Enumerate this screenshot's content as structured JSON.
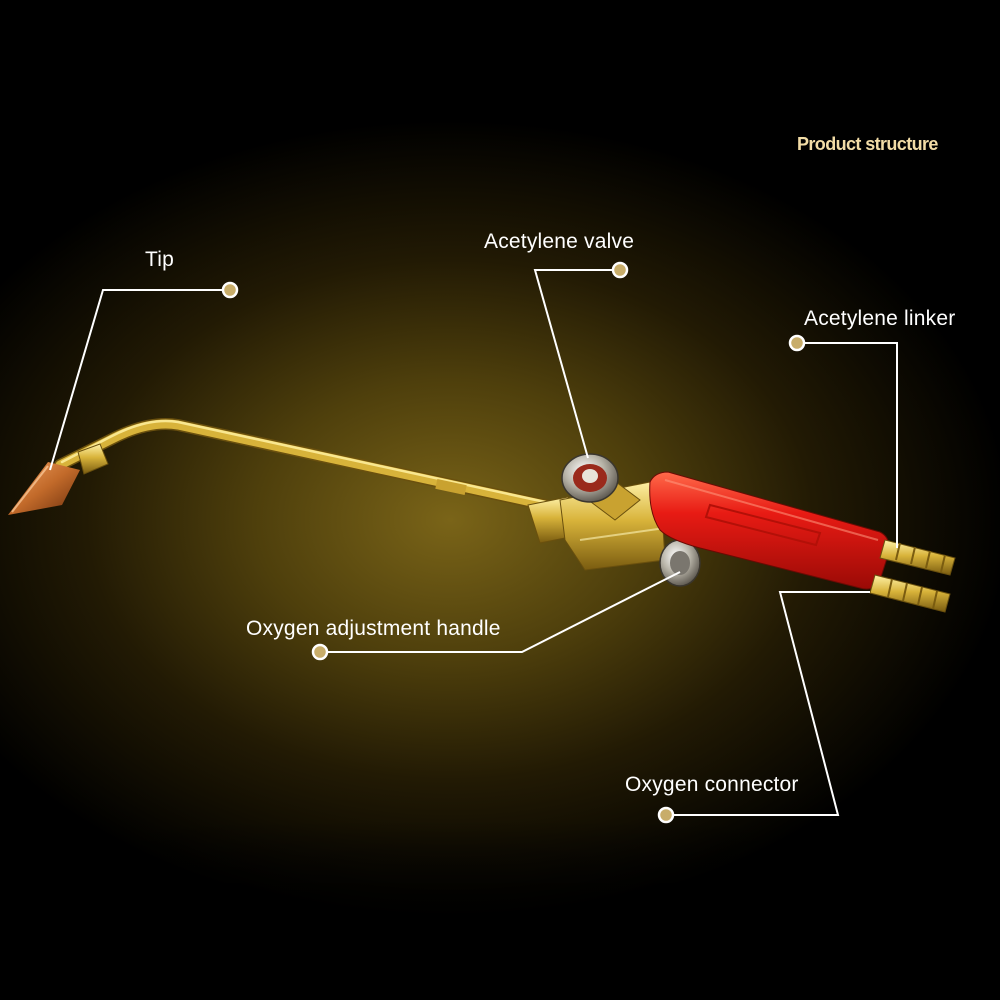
{
  "title": "Product structure",
  "labels": {
    "tip": "Tip",
    "acetylene_valve": "Acetylene valve",
    "acetylene_linker": "Acetylene linker",
    "oxygen_adjustment_handle": "Oxygen adjustment handle",
    "oxygen_connector": "Oxygen connector"
  },
  "colors": {
    "brass": "#d8b33a",
    "copper_tip": "#c26a2a",
    "handle_red": "#e81b14",
    "callout_line": "#ffffff",
    "callout_dot": "#c8ad6a"
  }
}
